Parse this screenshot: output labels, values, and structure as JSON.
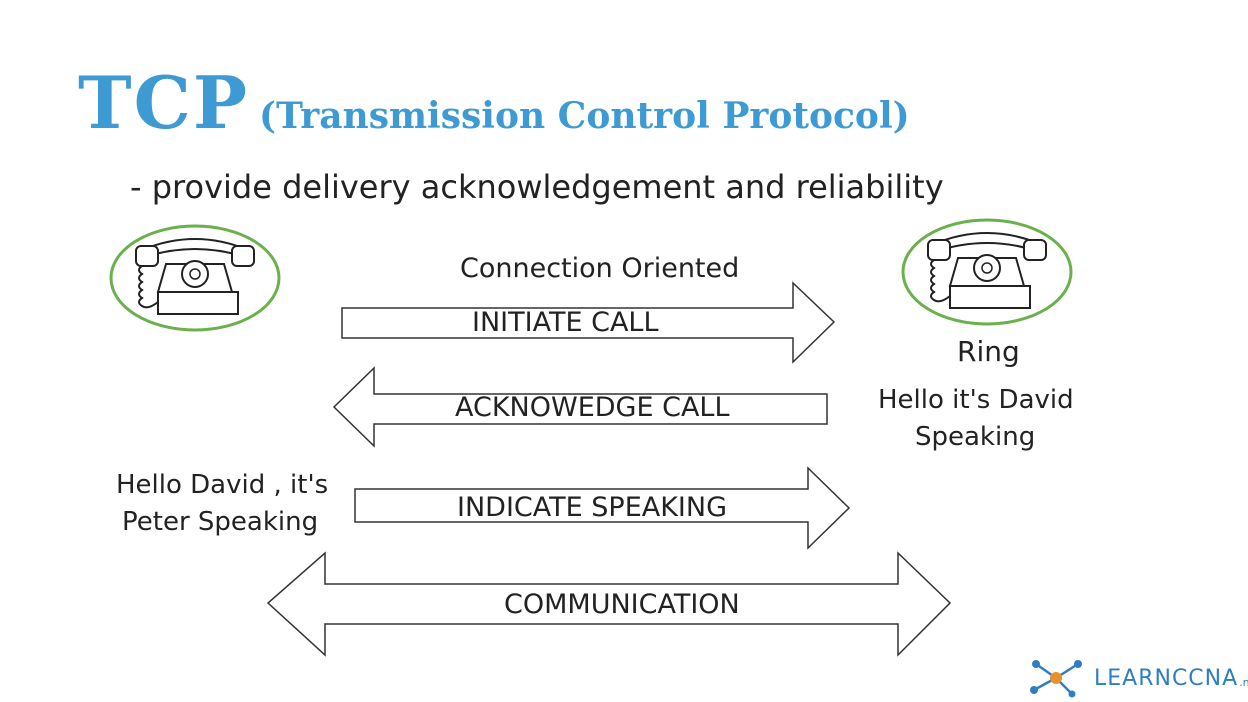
{
  "title": {
    "main": "TCP",
    "sub": "(Transmission Control Protocol)"
  },
  "subtitle": "- provide delivery acknowledgement and reliability",
  "connection_label": "Connection Oriented",
  "arrows": {
    "initiate": "INITIATE CALL",
    "acknowledge": "ACKNOWEDGE CALL",
    "indicate": "INDICATE SPEAKING",
    "communication": "COMMUNICATION"
  },
  "right_side": {
    "ring": "Ring",
    "hello_line1": "Hello it's David",
    "hello_line2": "Speaking"
  },
  "left_side": {
    "hello_line1": "Hello David , it's",
    "hello_line2": "Peter Speaking"
  },
  "logo": {
    "text": "LEARNCCNA",
    "suffix": ".net"
  },
  "colors": {
    "title": "#3e9ad2",
    "phone_circle": "#6ab04c",
    "logo": "#2f7ec2"
  }
}
